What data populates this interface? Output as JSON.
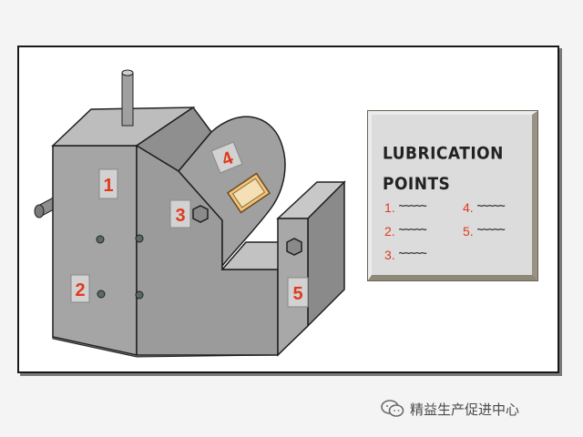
{
  "diagram": {
    "point_markers": [
      {
        "label": "1",
        "part": "feed-handle"
      },
      {
        "label": "2",
        "part": "base-fittings"
      },
      {
        "label": "3",
        "part": "slide-fitting"
      },
      {
        "label": "4",
        "part": "arc-window"
      },
      {
        "label": "5",
        "part": "jaw-fitting"
      }
    ],
    "colors": {
      "body": "#a9a9a9",
      "body_dark": "#8c8c8c",
      "body_light": "#c4c4c4",
      "marker_text": "#e03a1e",
      "marker_bg": "#d2d2d2"
    }
  },
  "panel": {
    "title_line1": "LUBRICATION",
    "title_line2": "POINTS",
    "items": [
      {
        "num": "1.",
        "value": "~~~~~"
      },
      {
        "num": "2.",
        "value": "~~~~~"
      },
      {
        "num": "3.",
        "value": "~~~~~"
      },
      {
        "num": "4.",
        "value": "~~~~~"
      },
      {
        "num": "5.",
        "value": "~~~~~"
      }
    ]
  },
  "watermark": {
    "text": "精益生产促进中心",
    "icon": "wechat-icon"
  }
}
